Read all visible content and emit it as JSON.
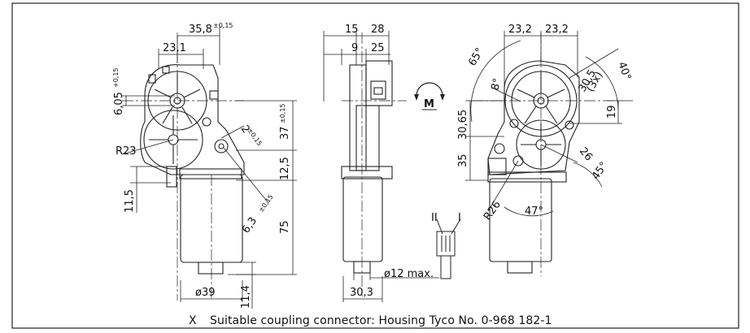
{
  "dimensions": {
    "front": {
      "d358": "35,8",
      "d358_tol": "±0,15",
      "d231": "23,1",
      "d605": "6,05",
      "d605_tol": "+0,15",
      "r23": "R23",
      "d2": "2",
      "d2_tol": "±0,15",
      "d37": "37",
      "d37_tol": "±0,15",
      "d125": "12,5",
      "d115": "11,5",
      "d63": "6,3",
      "d63_tol": "±0,15",
      "d75": "75",
      "d39": "ø39",
      "d114": "11,4"
    },
    "side": {
      "d15": "15",
      "d28": "28",
      "d9": "9",
      "d25": "25",
      "d303": "30,3",
      "d12": "ø12 max."
    },
    "motor_symbol": "M",
    "connector": {
      "label_ii": "II",
      "label_i": "I"
    },
    "back": {
      "d232a": "23,2",
      "d232b": "23,2",
      "a65": "65°",
      "a8": "8°",
      "d305": "30,5",
      "d3x": "(3x)",
      "a40": "40°",
      "d19": "19",
      "d3065": "30,65",
      "d35": "35",
      "d26": "26",
      "a45": "45°",
      "r26": "R26",
      "a47": "47°"
    }
  },
  "caption": {
    "marker": "X",
    "text": "Suitable coupling connector: Housing Tyco No. 0-968 182-1"
  }
}
